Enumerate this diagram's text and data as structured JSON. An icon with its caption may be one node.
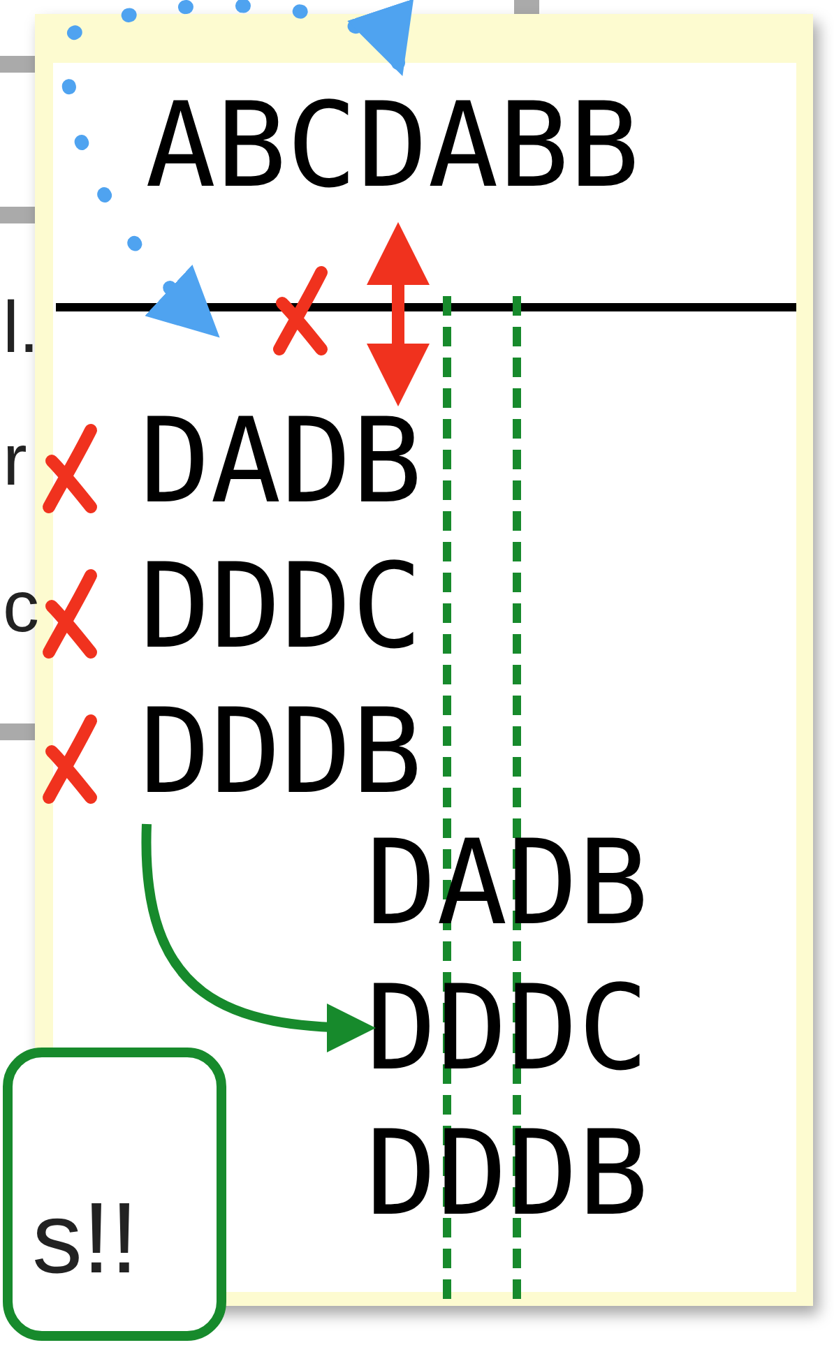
{
  "diagram": {
    "nodes": [
      {
        "text": [
          "DADB",
          "DDDC",
          "DDDB"
        ]
      },
      {
        "text": [
          "DADB",
          "DDDC",
          "DDDB"
        ]
      },
      {
        "text": [
          "s!!"
        ]
      }
    ],
    "edges": [
      {
        "from": 0,
        "to": 1,
        "arrow": "to",
        "color": "#178a2c"
      }
    ],
    "labels": [
      "ABCDABB",
      "l.",
      "r",
      "c"
    ]
  }
}
